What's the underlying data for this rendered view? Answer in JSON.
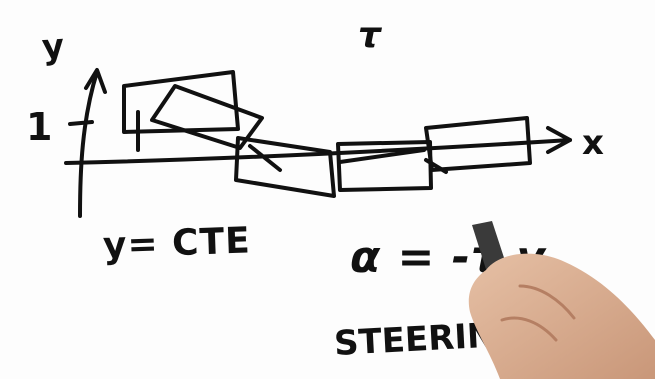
{
  "whiteboard": {
    "axis_y_label": "y",
    "axis_x_label": "x",
    "tick_label": "1",
    "top_symbol": "τ",
    "equation_left": "y= CTE",
    "equation_right": "α = -τ y",
    "caption": "STEERING",
    "ink_color": "#111111",
    "board_color": "#fdfdfd"
  }
}
